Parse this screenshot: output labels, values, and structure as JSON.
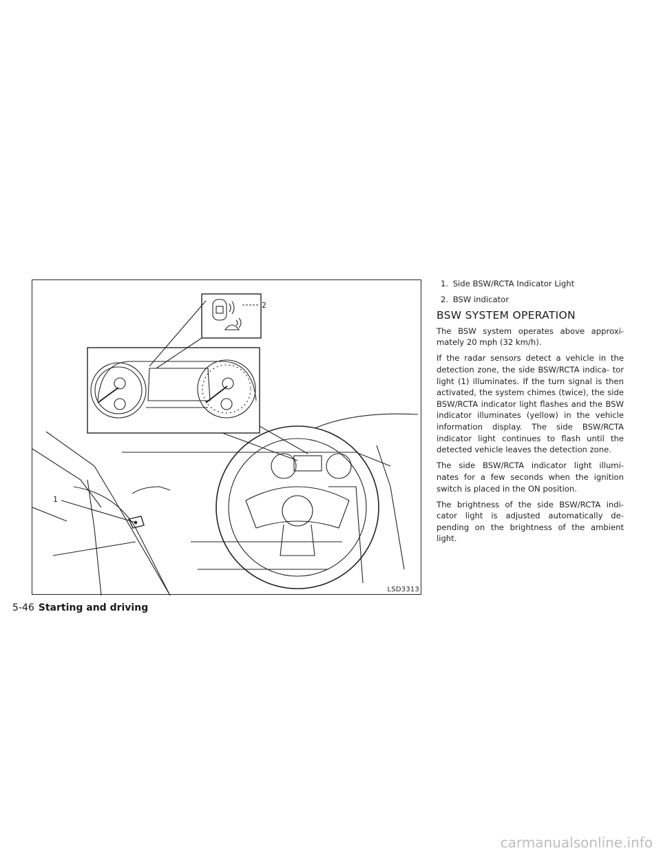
{
  "figure": {
    "code": "LSD3313",
    "callouts": [
      "1",
      "2"
    ]
  },
  "legend": [
    {
      "num": "1.",
      "label": "Side BSW/RCTA Indicator Light"
    },
    {
      "num": "2.",
      "label": "BSW indicator"
    }
  ],
  "section": {
    "heading": "BSW SYSTEM OPERATION",
    "paragraphs": [
      "The BSW system operates above approxi- mately 20 mph (32 km/h).",
      "If the radar sensors detect a vehicle in the detection zone, the side BSW/RCTA indica- tor light (1) illuminates. If the turn signal is then activated, the system chimes (twice), the side BSW/RCTA indicator light flashes and the BSW indicator illuminates (yellow) in the vehicle information display. The side BSW/RCTA indicator light continues to flash until the detected vehicle leaves the detection zone.",
      "The side BSW/RCTA indicator light illumi- nates for a few seconds when the ignition switch is placed in the ON position.",
      "The brightness of the side BSW/RCTA indi- cator light is adjusted automatically de- pending on the brightness of the ambient light."
    ]
  },
  "footer": {
    "page": "5-46",
    "chapter": "Starting and driving"
  },
  "watermark": "carmanualsonline.info"
}
